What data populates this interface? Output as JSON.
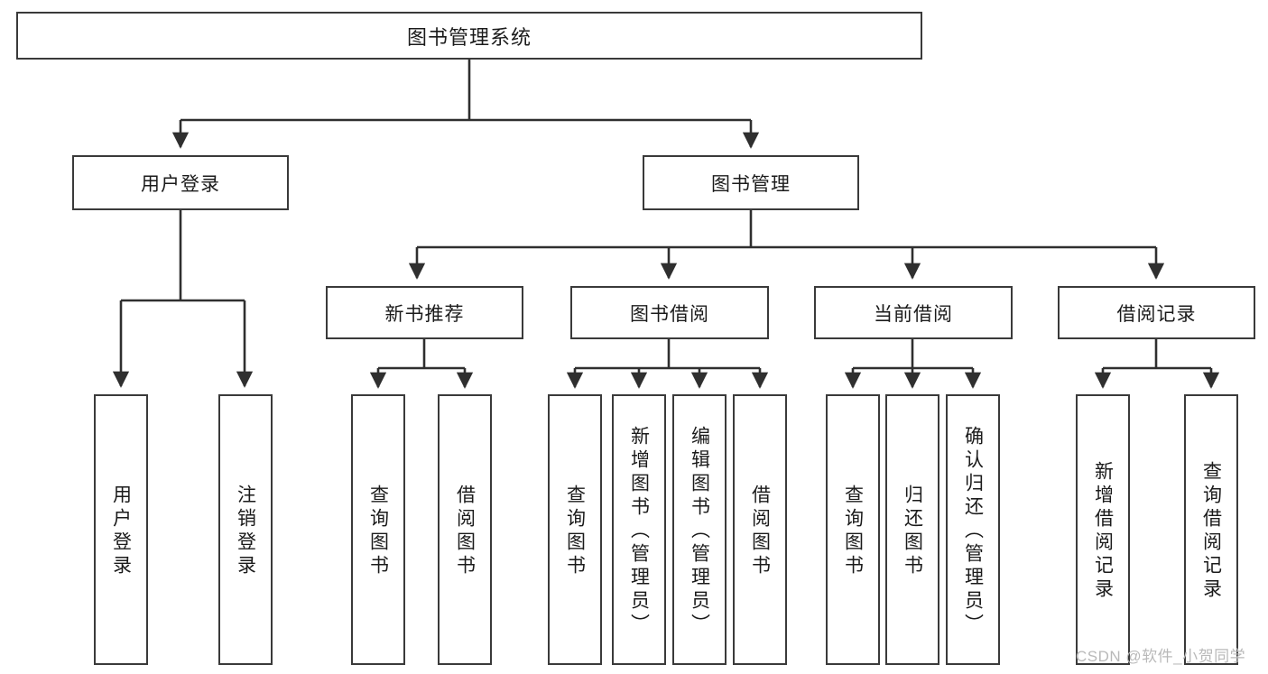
{
  "diagram": {
    "title": "图书管理系统",
    "type": "功能结构图",
    "root": {
      "id": "root",
      "label": "图书管理系统"
    },
    "level2": [
      {
        "id": "user-login",
        "label": "用户登录"
      },
      {
        "id": "book-manage",
        "label": "图书管理"
      }
    ],
    "level3": [
      {
        "id": "new-book-recommend",
        "label": "新书推荐",
        "parent": "book-manage"
      },
      {
        "id": "book-borrow",
        "label": "图书借阅",
        "parent": "book-manage"
      },
      {
        "id": "current-borrow",
        "label": "当前借阅",
        "parent": "book-manage"
      },
      {
        "id": "borrow-record",
        "label": "借阅记录",
        "parent": "book-manage"
      }
    ],
    "leaves": {
      "user-login": [
        {
          "id": "leaf-user-login",
          "label": "用户登录"
        },
        {
          "id": "leaf-logout-login",
          "label": "注销登录"
        }
      ],
      "new-book-recommend": [
        {
          "id": "leaf-query-book-1",
          "label": "查询图书"
        },
        {
          "id": "leaf-borrow-book-1",
          "label": "借阅图书"
        }
      ],
      "book-borrow": [
        {
          "id": "leaf-query-book-2",
          "label": "查询图书"
        },
        {
          "id": "leaf-add-book",
          "label": "新增图书（管理员）"
        },
        {
          "id": "leaf-edit-book",
          "label": "编辑图书（管理员）"
        },
        {
          "id": "leaf-borrow-book-2",
          "label": "借阅图书"
        }
      ],
      "current-borrow": [
        {
          "id": "leaf-query-book-3",
          "label": "查询图书"
        },
        {
          "id": "leaf-return-book",
          "label": "归还图书"
        },
        {
          "id": "leaf-confirm-return",
          "label": "确认归还（管理员）"
        }
      ],
      "borrow-record": [
        {
          "id": "leaf-add-record",
          "label": "新增借阅记录"
        },
        {
          "id": "leaf-query-record",
          "label": "查询借阅记录"
        }
      ]
    }
  },
  "watermark": {
    "text": "CSDN @软件_小贺同学"
  },
  "colors": {
    "background": "#ffffff",
    "box_border": "#3a3a3a",
    "box_fill": "#ffffff",
    "text": "#1b1b1b",
    "connector": "#2f2f2f",
    "watermark": "#b9b9b9"
  }
}
